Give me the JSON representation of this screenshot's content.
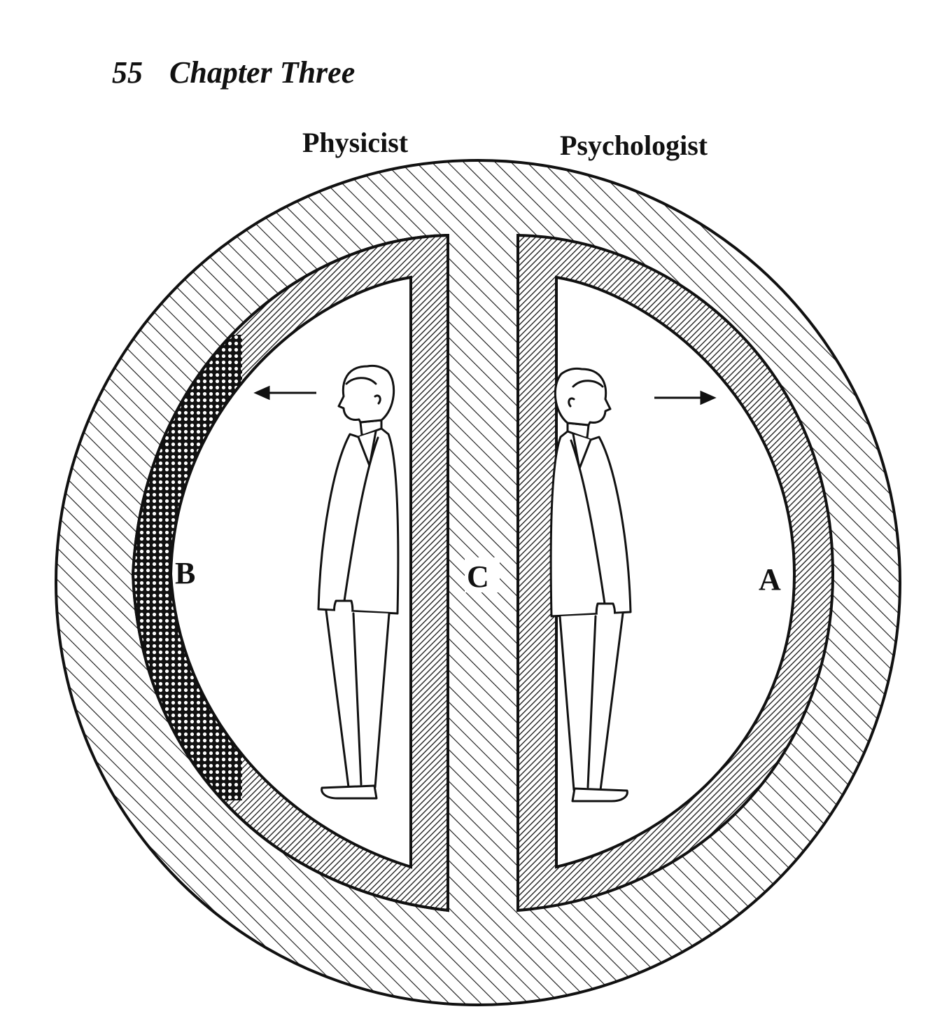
{
  "header": {
    "page_number": "55",
    "chapter": "Chapter Three"
  },
  "figure": {
    "labels": {
      "physicist": "Physicist",
      "psychologist": "Psychologist",
      "region_a": "A",
      "region_b": "B",
      "region_c": "C"
    },
    "ink_color": "#111111"
  }
}
